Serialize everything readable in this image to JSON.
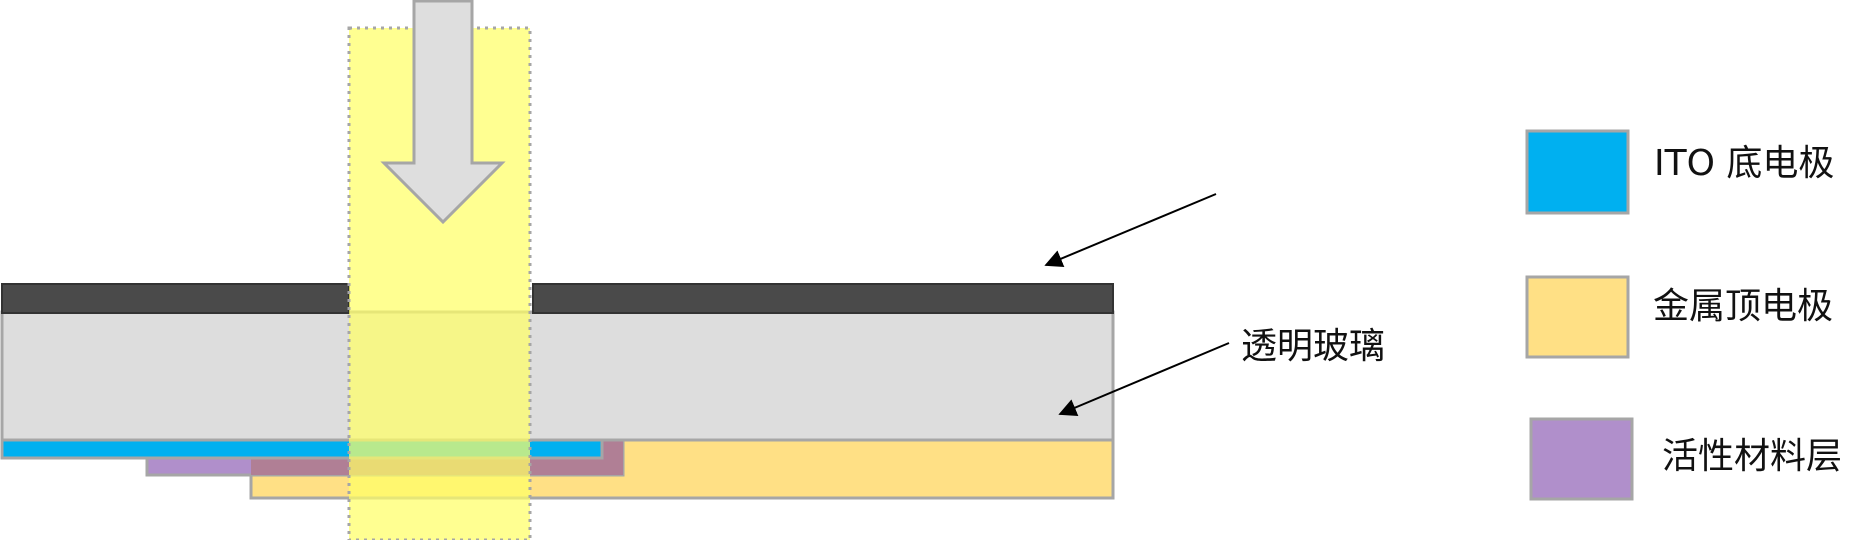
{
  "labels": {
    "glass": "透明玻璃"
  },
  "legend": [
    {
      "label": "ITO 底电极",
      "color": "#00B0F0",
      "icon": "ito-swatch"
    },
    {
      "label": "金属顶电极",
      "color": "#FFE085",
      "icon": "metal-swatch"
    },
    {
      "label": "活性材料层",
      "color": "#B08FCB",
      "icon": "active-swatch"
    }
  ],
  "colors": {
    "mask": "#4A4A4A",
    "glass": "#DDDDDD",
    "ito": "#00B0F0",
    "active": "#B08FCB",
    "metal": "#FFE085",
    "light_beam": "#FFFF8A",
    "arrow_fill": "#DEDEDE",
    "outline": "#A6A6A6"
  }
}
